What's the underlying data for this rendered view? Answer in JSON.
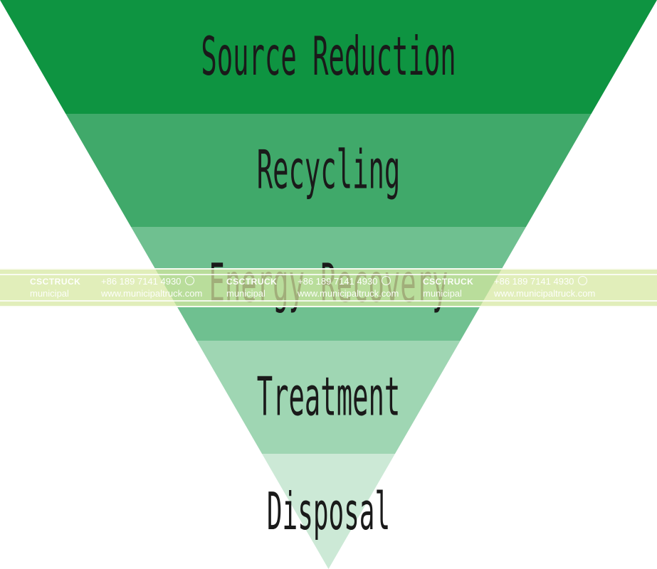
{
  "pyramid": {
    "tiers": [
      {
        "label": "Source Reduction",
        "color": "#0e9441"
      },
      {
        "label": "Recycling",
        "color": "#40a96a"
      },
      {
        "label": "Energy Recovery",
        "color": "#6fc090"
      },
      {
        "label": "Treatment",
        "color": "#9fd6b3"
      },
      {
        "label": "Disposal",
        "color": "#cce9d6"
      }
    ]
  },
  "watermark": {
    "brand": "CSCTRUCK",
    "sub": "municipal",
    "phone": "+86 189 7141 4930",
    "url": "www.municipaltruck.com",
    "icon": "whatsapp-icon"
  }
}
